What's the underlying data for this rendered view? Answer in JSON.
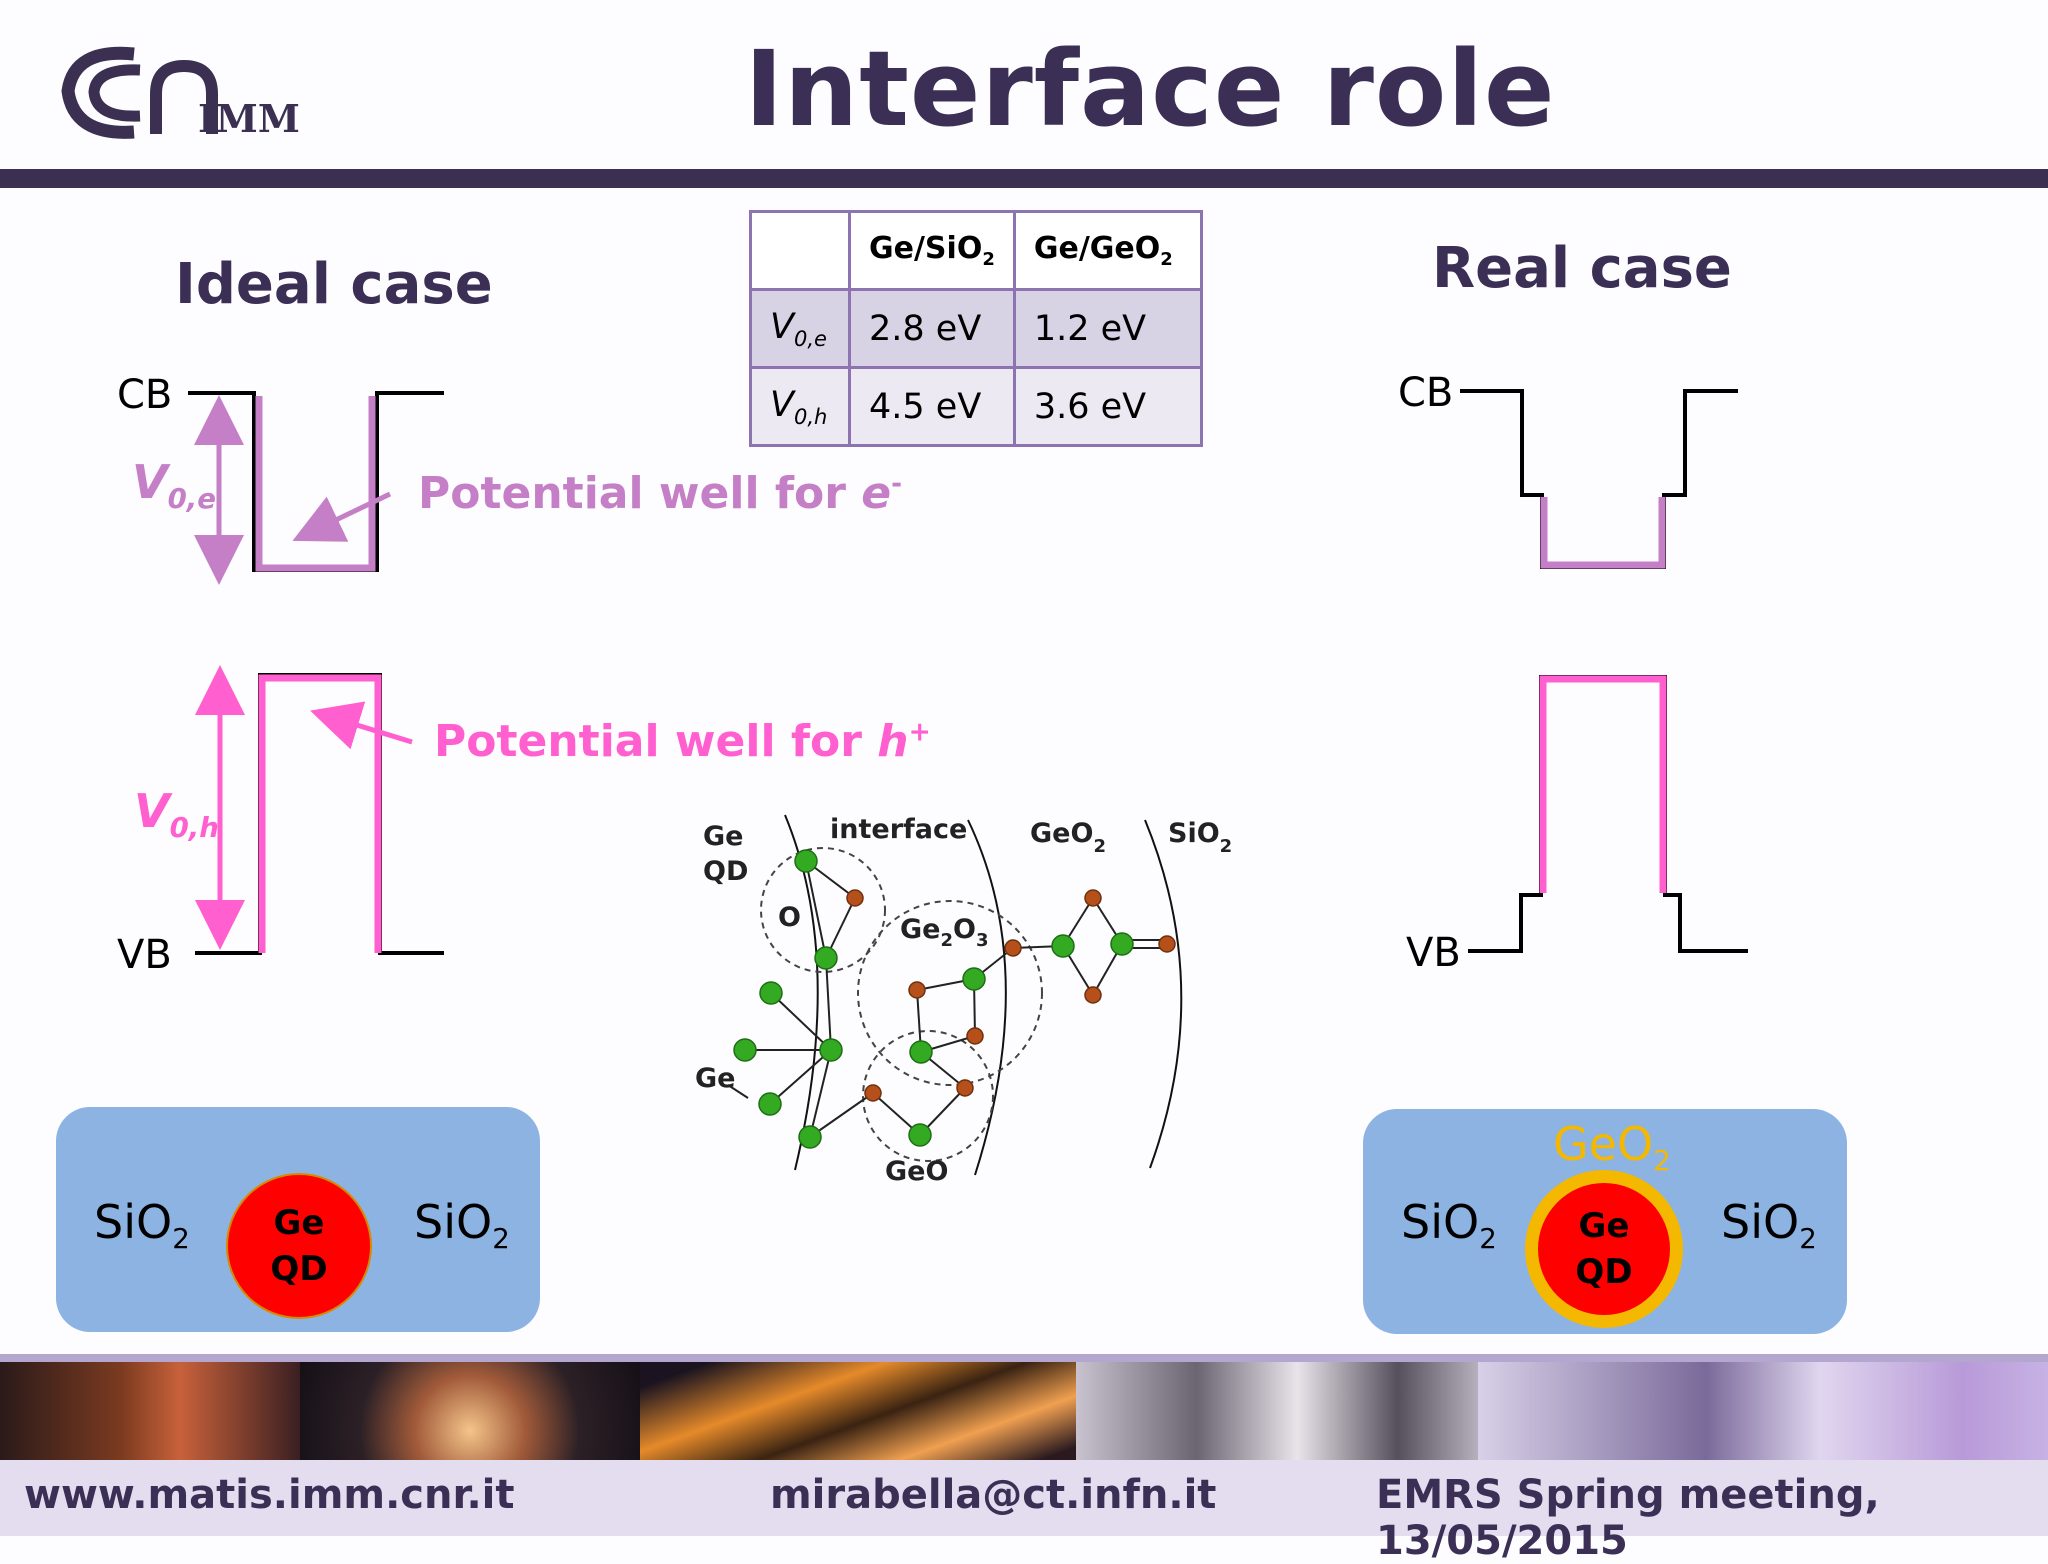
{
  "header": {
    "title": "Interface role",
    "logo_text": "IMM"
  },
  "ideal": {
    "heading": "Ideal case",
    "cb": "CB",
    "vb": "VB",
    "v_e": {
      "main": "V",
      "sub": "0,e"
    },
    "v_h": {
      "main": "V",
      "sub": "0,h"
    },
    "well_e": {
      "text": "Potential well for ",
      "sym": "e",
      "sup": "-"
    },
    "well_h": {
      "text": "Potential well for ",
      "sym": "h",
      "sup": "+"
    },
    "box": {
      "left": "SiO",
      "left_sub": "2",
      "right": "SiO",
      "right_sub": "2",
      "dot_l1": "Ge",
      "dot_l2": "QD"
    }
  },
  "real": {
    "heading": "Real case",
    "cb": "CB",
    "vb": "VB",
    "box": {
      "left": "SiO",
      "left_sub": "2",
      "right": "SiO",
      "right_sub": "2",
      "dot_l1": "Ge",
      "dot_l2": "QD",
      "shell": "GeO",
      "shell_sub": "2"
    }
  },
  "table": {
    "columns": [
      {
        "main": "Ge/SiO",
        "sub": "2"
      },
      {
        "main": "Ge/GeO",
        "sub": "2"
      }
    ],
    "rows": [
      {
        "label": "V",
        "label_sub": "0,e",
        "values": [
          "2.8 eV",
          "1.2 eV"
        ]
      },
      {
        "label": "V",
        "label_sub": "0,h",
        "values": [
          "4.5 eV",
          "3.6 eV"
        ]
      }
    ]
  },
  "diagram": {
    "ge_qd_1": "Ge",
    "ge_qd_2": "QD",
    "interface": "interface",
    "geo2": "GeO",
    "geo2_sub": "2",
    "sio2": "SiO",
    "sio2_sub": "2",
    "o": "O",
    "ge2o3_a": "Ge",
    "ge2o3_b": "2",
    "ge2o3_c": "O",
    "ge2o3_d": "3",
    "ge": "Ge",
    "geo": "GeO"
  },
  "footer": {
    "website": "www.matis.imm.cnr.it",
    "email": "mirabella@ct.infn.it",
    "event": "EMRS Spring meeting, 13/05/2015"
  },
  "colors": {
    "title": "#3b2f55",
    "electron_well": "#c47fc7",
    "hole_well": "#ff5fcf",
    "box": "#8db3e2",
    "qd": "#ff0000",
    "shell": "#f5b800",
    "ge_atom": "#33aa22",
    "o_atom": "#b5501a"
  }
}
